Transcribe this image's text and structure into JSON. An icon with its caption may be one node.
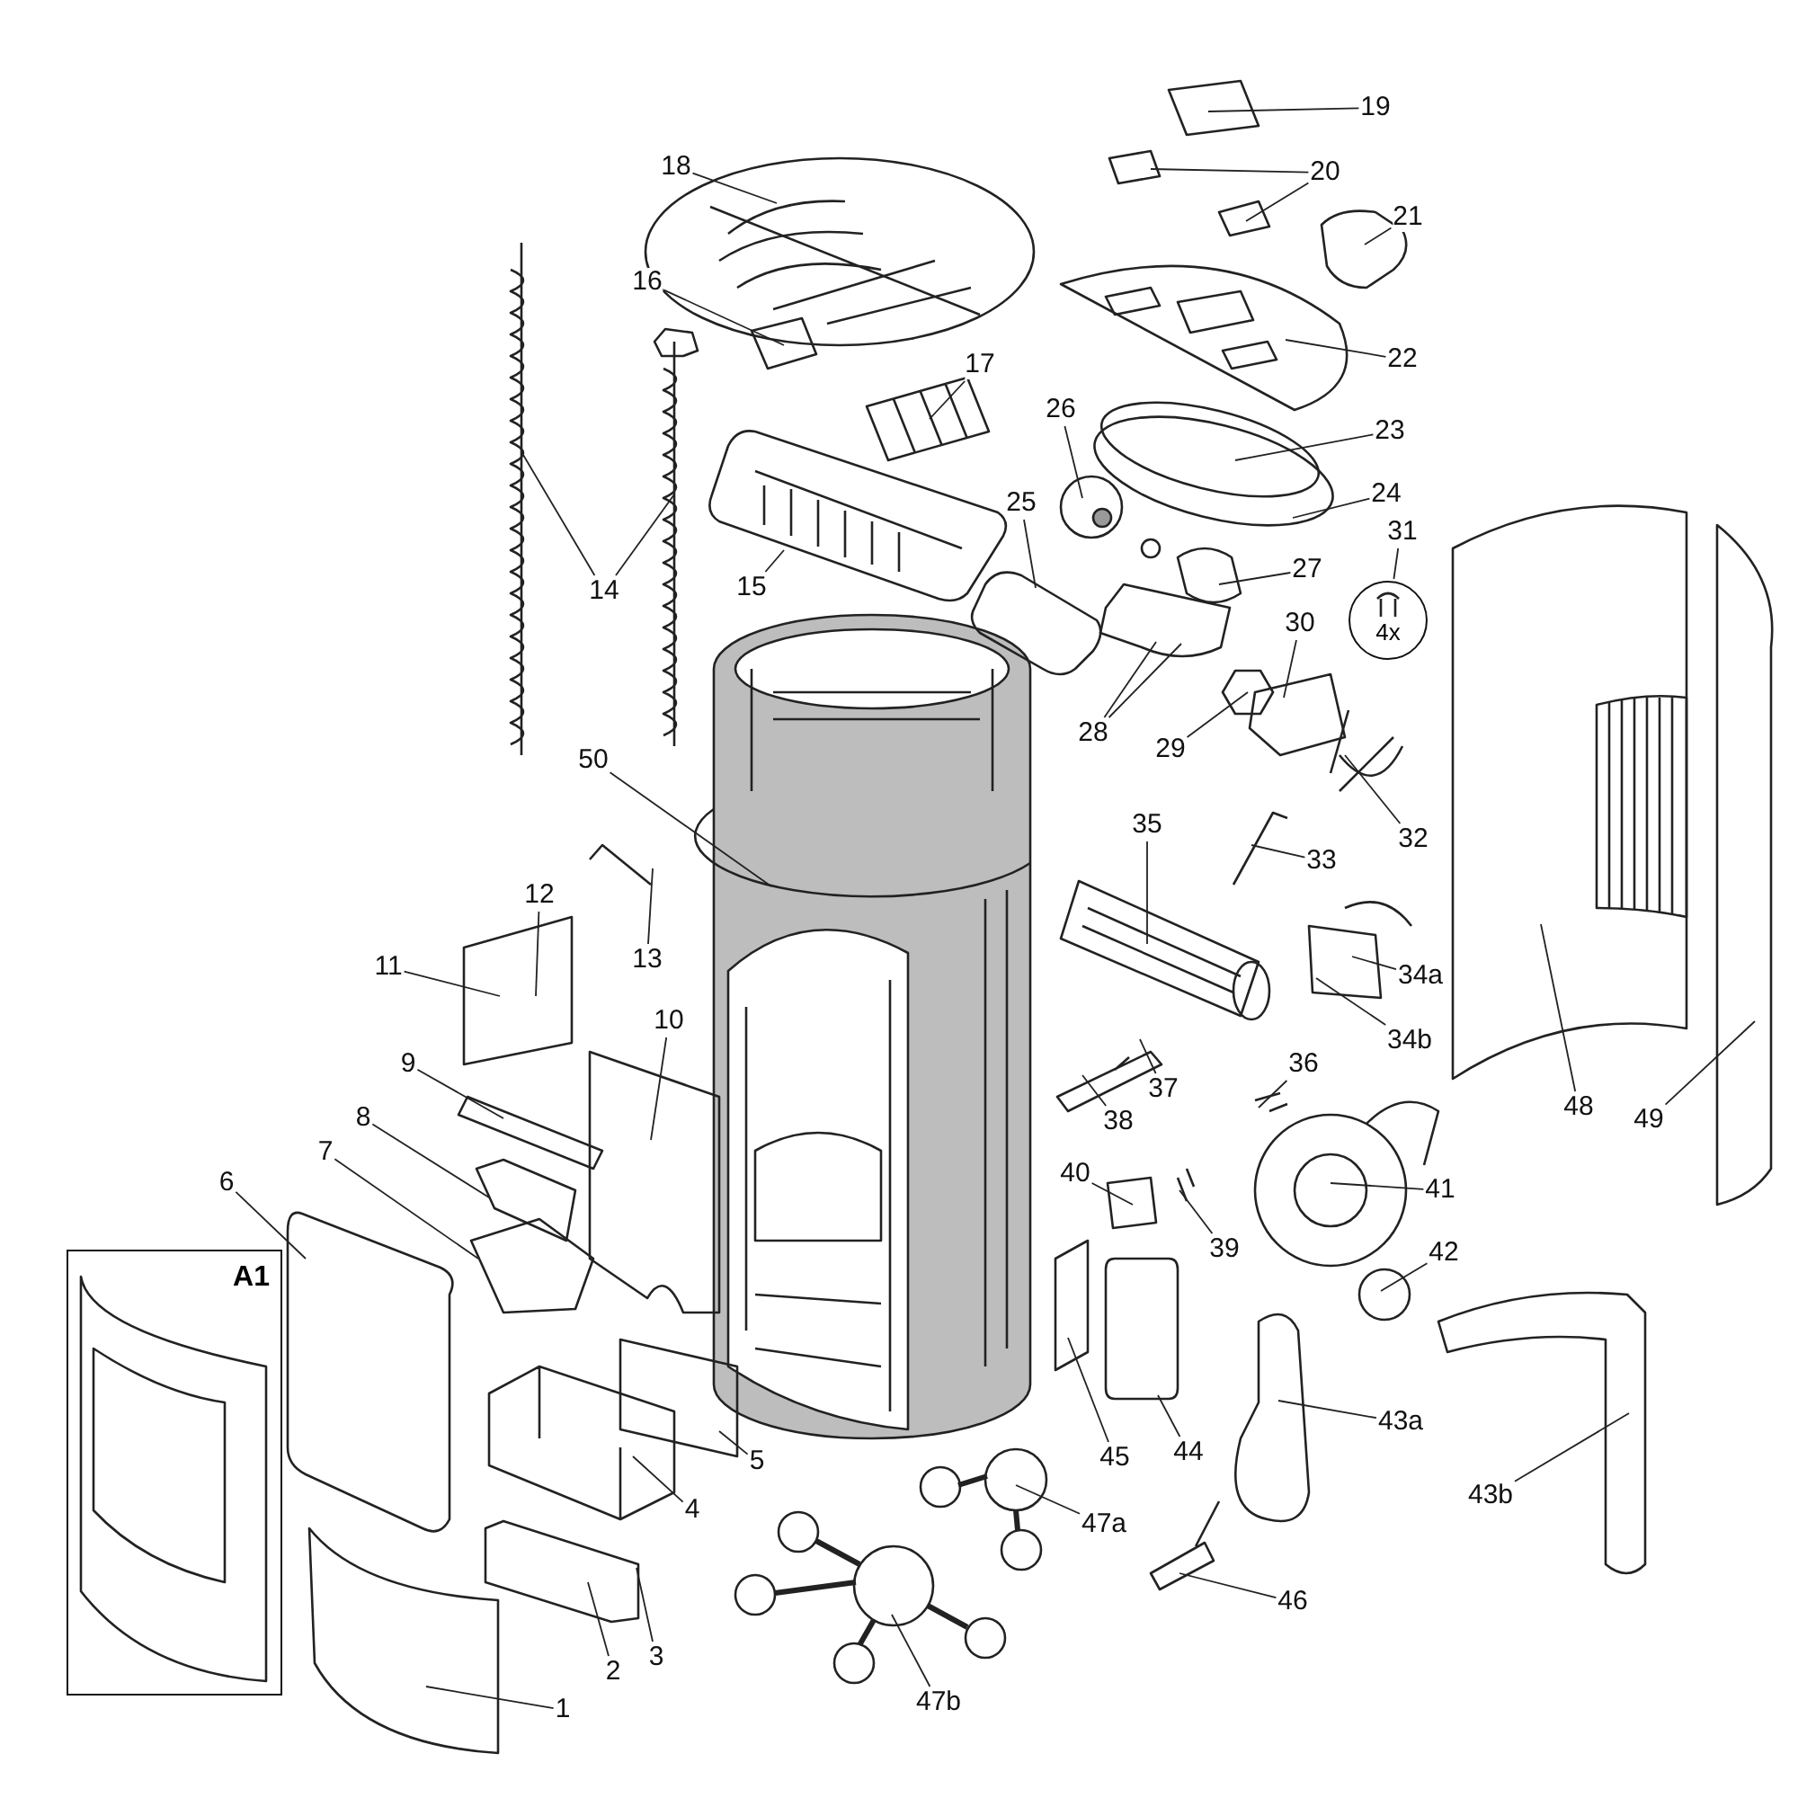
{
  "diagram": {
    "nodes": [
      {
        "text": [
          "1"
        ]
      },
      {
        "text": [
          "2"
        ]
      },
      {
        "text": [
          "3"
        ]
      },
      {
        "text": [
          "4"
        ]
      },
      {
        "text": [
          "5"
        ]
      },
      {
        "text": [
          "6"
        ]
      },
      {
        "text": [
          "7"
        ]
      },
      {
        "text": [
          "8"
        ]
      },
      {
        "text": [
          "9"
        ]
      },
      {
        "text": [
          "10"
        ]
      },
      {
        "text": [
          "11"
        ]
      },
      {
        "text": [
          "12"
        ]
      },
      {
        "text": [
          "13"
        ]
      },
      {
        "text": [
          "14"
        ]
      },
      {
        "text": [
          "15"
        ]
      },
      {
        "text": [
          "16"
        ]
      },
      {
        "text": [
          "17"
        ]
      },
      {
        "text": [
          "18"
        ]
      },
      {
        "text": [
          "19"
        ]
      },
      {
        "text": [
          "20"
        ]
      },
      {
        "text": [
          "21"
        ]
      },
      {
        "text": [
          "22"
        ]
      },
      {
        "text": [
          "23"
        ]
      },
      {
        "text": [
          "24"
        ]
      },
      {
        "text": [
          "25"
        ]
      },
      {
        "text": [
          "26"
        ]
      },
      {
        "text": [
          "27"
        ]
      },
      {
        "text": [
          "28"
        ]
      },
      {
        "text": [
          "29"
        ]
      },
      {
        "text": [
          "30"
        ]
      },
      {
        "text": [
          "31"
        ]
      },
      {
        "text": [
          "32"
        ]
      },
      {
        "text": [
          "33"
        ]
      },
      {
        "text": [
          "34a"
        ]
      },
      {
        "text": [
          "34b"
        ]
      },
      {
        "text": [
          "35"
        ]
      },
      {
        "text": [
          "36"
        ]
      },
      {
        "text": [
          "37"
        ]
      },
      {
        "text": [
          "38"
        ]
      },
      {
        "text": [
          "39"
        ]
      },
      {
        "text": [
          "40"
        ]
      },
      {
        "text": [
          "41"
        ]
      },
      {
        "text": [
          "42"
        ]
      },
      {
        "text": [
          "43a"
        ]
      },
      {
        "text": [
          "43b"
        ]
      },
      {
        "text": [
          "44"
        ]
      },
      {
        "text": [
          "45"
        ]
      },
      {
        "text": [
          "46"
        ]
      },
      {
        "text": [
          "47a"
        ]
      },
      {
        "text": [
          "47b"
        ]
      },
      {
        "text": [
          "48"
        ]
      },
      {
        "text": [
          "49"
        ]
      },
      {
        "text": [
          "50"
        ]
      },
      {
        "text": [
          "A1"
        ]
      },
      {
        "text": [
          "4x"
        ]
      }
    ],
    "edges": [
      {
        "from": 0,
        "to": null,
        "arrow": "none"
      },
      {
        "from": 1,
        "to": null,
        "arrow": "none"
      },
      {
        "from": 2,
        "to": null,
        "arrow": "none"
      },
      {
        "from": 3,
        "to": null,
        "arrow": "none"
      },
      {
        "from": 4,
        "to": null,
        "arrow": "none"
      },
      {
        "from": 5,
        "to": null,
        "arrow": "none"
      },
      {
        "from": 6,
        "to": null,
        "arrow": "none"
      },
      {
        "from": 7,
        "to": null,
        "arrow": "none"
      },
      {
        "from": 8,
        "to": null,
        "arrow": "none"
      },
      {
        "from": 9,
        "to": null,
        "arrow": "none"
      },
      {
        "from": 10,
        "to": null,
        "arrow": "none"
      },
      {
        "from": 11,
        "to": null,
        "arrow": "none"
      },
      {
        "from": 12,
        "to": null,
        "arrow": "none"
      },
      {
        "from": 13,
        "to": null,
        "arrow": "none"
      },
      {
        "from": 13,
        "to": null,
        "arrow": "none"
      },
      {
        "from": 14,
        "to": null,
        "arrow": "none"
      },
      {
        "from": 15,
        "to": null,
        "arrow": "none"
      },
      {
        "from": 16,
        "to": null,
        "arrow": "none"
      },
      {
        "from": 17,
        "to": null,
        "arrow": "none"
      },
      {
        "from": 18,
        "to": null,
        "arrow": "none"
      },
      {
        "from": 19,
        "to": null,
        "arrow": "none"
      },
      {
        "from": 19,
        "to": null,
        "arrow": "none"
      },
      {
        "from": 20,
        "to": null,
        "arrow": "none"
      },
      {
        "from": 21,
        "to": null,
        "arrow": "none"
      },
      {
        "from": 22,
        "to": null,
        "arrow": "none"
      },
      {
        "from": 23,
        "to": null,
        "arrow": "none"
      },
      {
        "from": 24,
        "to": null,
        "arrow": "none"
      },
      {
        "from": 25,
        "to": null,
        "arrow": "none"
      },
      {
        "from": 26,
        "to": null,
        "arrow": "none"
      },
      {
        "from": 27,
        "to": null,
        "arrow": "none"
      },
      {
        "from": 27,
        "to": null,
        "arrow": "none"
      },
      {
        "from": 28,
        "to": null,
        "arrow": "none"
      },
      {
        "from": 29,
        "to": null,
        "arrow": "none"
      },
      {
        "from": 30,
        "to": 54,
        "arrow": "none"
      },
      {
        "from": 31,
        "to": null,
        "arrow": "none"
      },
      {
        "from": 32,
        "to": null,
        "arrow": "none"
      },
      {
        "from": 33,
        "to": null,
        "arrow": "none"
      },
      {
        "from": 34,
        "to": null,
        "arrow": "none"
      },
      {
        "from": 35,
        "to": null,
        "arrow": "none"
      },
      {
        "from": 36,
        "to": null,
        "arrow": "none"
      },
      {
        "from": 37,
        "to": null,
        "arrow": "none"
      },
      {
        "from": 38,
        "to": null,
        "arrow": "none"
      },
      {
        "from": 39,
        "to": null,
        "arrow": "none"
      },
      {
        "from": 40,
        "to": null,
        "arrow": "none"
      },
      {
        "from": 41,
        "to": null,
        "arrow": "none"
      },
      {
        "from": 42,
        "to": null,
        "arrow": "none"
      },
      {
        "from": 43,
        "to": null,
        "arrow": "none"
      },
      {
        "from": 44,
        "to": null,
        "arrow": "none"
      },
      {
        "from": 45,
        "to": null,
        "arrow": "none"
      },
      {
        "from": 46,
        "to": null,
        "arrow": "none"
      },
      {
        "from": 47,
        "to": null,
        "arrow": "none"
      },
      {
        "from": 48,
        "to": null,
        "arrow": "none"
      },
      {
        "from": 49,
        "to": null,
        "arrow": "none"
      },
      {
        "from": 50,
        "to": null,
        "arrow": "none"
      },
      {
        "from": 51,
        "to": null,
        "arrow": "none"
      },
      {
        "from": 52,
        "to": null,
        "arrow": "none"
      }
    ]
  }
}
